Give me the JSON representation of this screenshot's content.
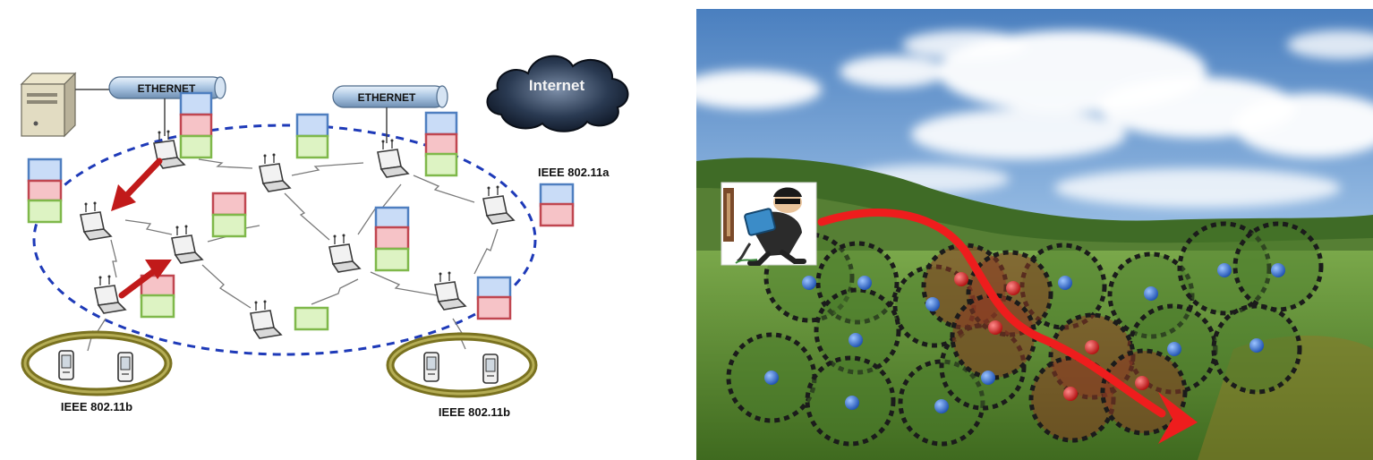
{
  "left": {
    "ethernet_label_1": "ETHERNET",
    "ethernet_label_2": "ETHERNET",
    "internet_label": "Internet",
    "ieee_a_label": "IEEE 802.11a",
    "ieee_b_label_1": "IEEE 802.11b",
    "ieee_b_label_2": "IEEE 802.11b",
    "colors": {
      "mesh_ellipse": "#1e3ab8",
      "blue_block": "#c9dcf7",
      "blue_block_border": "#4f7fc0",
      "red_block": "#f6c3c7",
      "red_block_border": "#c04650",
      "green_block": "#ddf3c3",
      "green_block_border": "#7fb84a",
      "red_arrow": "#c11a1a",
      "ethernet_tube": "#a9c4e1",
      "cloud": "#1b2a3f",
      "device_ring": "#7a7220"
    }
  },
  "right": {
    "colors": {
      "sky": "#5d8fc6",
      "grass": "#5e8d2f",
      "intruder_path": "#ee1d1d",
      "sensor_normal": "#2e6ed2",
      "sensor_alert": "#dc1e1e",
      "range_circle": "#222222"
    },
    "intruder_icon": "thief-icon"
  }
}
